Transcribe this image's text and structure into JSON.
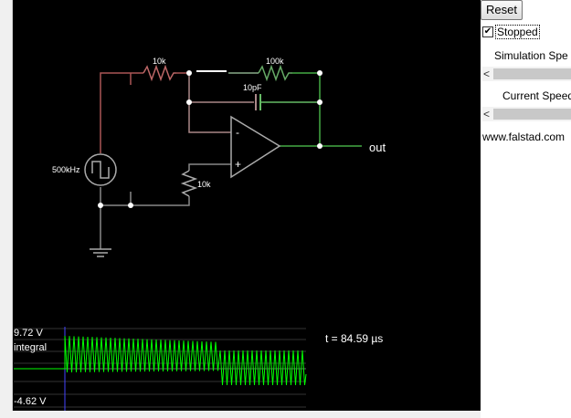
{
  "circuit": {
    "r1_label": "10k",
    "r2_label": "100k",
    "r3_label": "10k",
    "c_label": "10pF",
    "source_label": "500kHz",
    "output_label": "out",
    "opamp_minus": "-",
    "opamp_plus": "+"
  },
  "scope": {
    "max_label": "9.72 V",
    "name_label": "integral",
    "min_label": "-4.62 V",
    "time_label": "t = 84.59 µs",
    "trace_color": "#00ff00",
    "marker_color": "#4444ff"
  },
  "sidebar": {
    "reset_label": "Reset",
    "stopped_label": "Stopped",
    "stopped_checked": "✔",
    "sim_speed_label": "Simulation Spe",
    "current_speed_label": "Current Speed",
    "site_label": "www.falstad.com",
    "scroll_left": "<"
  }
}
